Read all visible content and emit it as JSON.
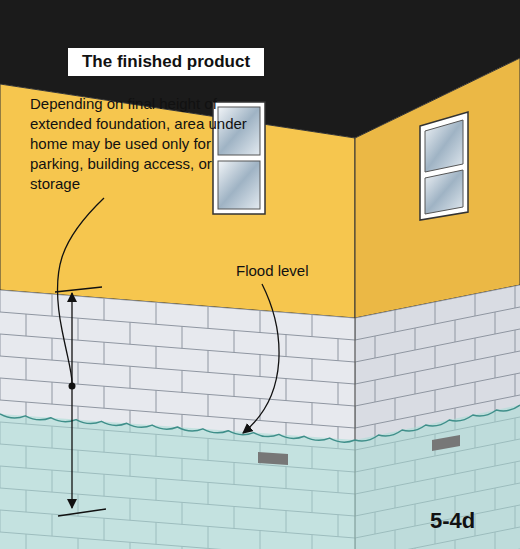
{
  "diagram": {
    "nodes": [
      {
        "text": [
          "The finished product"
        ]
      }
    ],
    "labels": [
      "Depending on final height of extended foundation, area under home may be used only for parking, building access, or storage",
      "Flood level",
      "5-4d"
    ]
  }
}
